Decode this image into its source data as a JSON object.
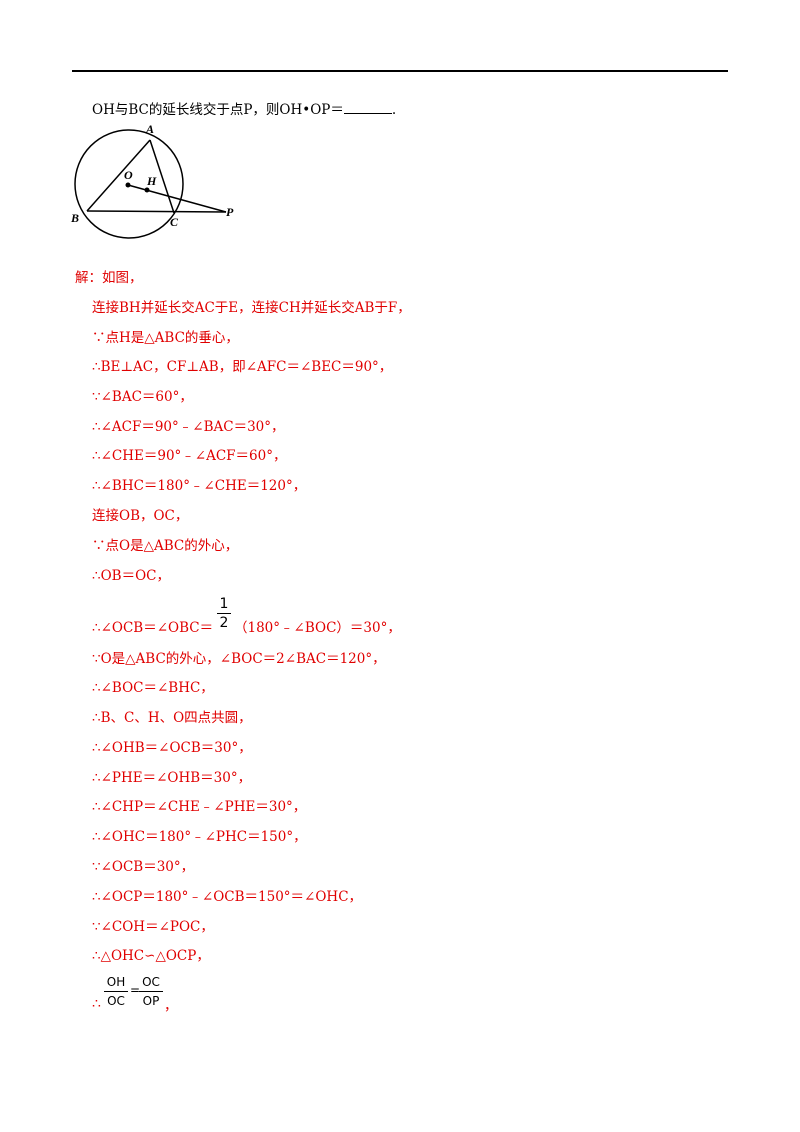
{
  "question": {
    "text": "OH与BC的延长线交于点P，则OH•OP＝",
    "end": "."
  },
  "figure": {
    "labels": {
      "A": "A",
      "B": "B",
      "C": "C",
      "P": "P",
      "O": "O",
      "H": "H"
    }
  },
  "solution": {
    "intro": "解：如图，",
    "lines": [
      "连接BH并延长交AC于E，连接CH并延长交AB于F，",
      "∵点H是△ABC的垂心，",
      "∴BE⊥AC，CF⊥AB，即∠AFC＝∠BEC＝90°，",
      "∵∠BAC＝60°，",
      "∴∠ACF＝90°﹣∠BAC＝30°，",
      "∴∠CHE＝90°﹣∠ACF＝60°，",
      "∴∠BHC＝180°﹣∠CHE＝120°，",
      "连接OB，OC，",
      "∵点O是△ABC的外心，",
      "∴OB＝OC，"
    ],
    "frac_line": {
      "prefix": "∴∠OCB＝∠OBC＝",
      "num": "1",
      "den": "2",
      "suffix": "（180°﹣∠BOC）＝30°，"
    },
    "lines2": [
      "∵O是△ABC的外心，∠BOC＝2∠BAC＝120°，",
      "∴∠BOC＝∠BHC，",
      "∴B、C、H、O四点共圆，",
      "∴∠OHB＝∠OCB＝30°，",
      "∴∠PHE＝∠OHB＝30°，",
      "∴∠CHP＝∠CHE﹣∠PHE＝30°，",
      "∴∠OHC＝180°﹣∠PHC＝150°，",
      "∵∠OCB＝30°，",
      "∴∠OCP＝180°﹣∠OCB＝150°＝∠OHC，",
      "∵∠COH＝∠POC，",
      "∴△OHC∽△OCP，"
    ],
    "last": {
      "therefore": "∴",
      "frac1_num": "OH",
      "frac1_den": "OC",
      "eq": "=",
      "frac2_num": "OC",
      "frac2_den": "OP",
      "suffix": "，"
    }
  }
}
